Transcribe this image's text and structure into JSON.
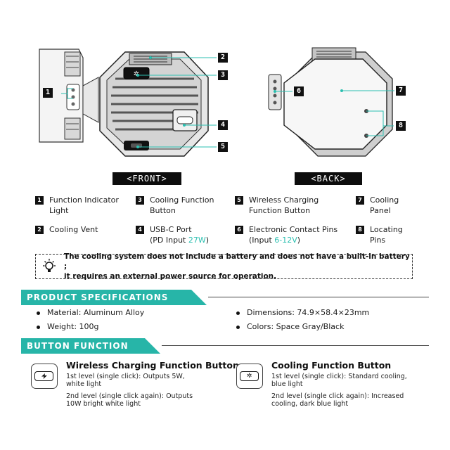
{
  "figure": {
    "front_label": "<FRONT>",
    "back_label": "<BACK>",
    "callouts": [
      "1",
      "2",
      "3",
      "4",
      "5",
      "6",
      "7",
      "8"
    ]
  },
  "legend": [
    {
      "num": "1",
      "lines": [
        "Function Indicator",
        "Light"
      ]
    },
    {
      "num": "3",
      "lines": [
        "Cooling Function",
        "Button"
      ]
    },
    {
      "num": "5",
      "lines": [
        "Wireless Charging",
        "Function Button"
      ]
    },
    {
      "num": "7",
      "lines": [
        "Cooling",
        "Panel"
      ]
    },
    {
      "num": "2",
      "lines": [
        "Cooling Vent"
      ]
    },
    {
      "num": "4",
      "line1": "USB-C Port",
      "line2_pre": "(PD Input ",
      "line2_accent": "27W",
      "line2_post": ")"
    },
    {
      "num": "6",
      "line1": "Electronic Contact Pins",
      "line2_pre": "(Input ",
      "line2_accent": "6-12V",
      "line2_post": ")"
    },
    {
      "num": "8",
      "lines": [
        "Locating",
        "Pins"
      ]
    }
  ],
  "notice": {
    "line1": "The cooling system does not include a battery and does not have a built-in battery ;",
    "line2": "it requires an external power source for operation."
  },
  "specs": {
    "title": "PRODUCT SPECIFICATIONS",
    "items": [
      "Material: Aluminum Alloy",
      "Dimensions: 74.9×58.4×23mm",
      "Weight: 100g",
      "Colors: Space Gray/Black"
    ]
  },
  "buttons": {
    "title": "BUTTON FUNCTION",
    "wireless": {
      "title": "Wireless Charging Function Button",
      "level1": [
        "1st level (single click): Outputs 5W,",
        "white light"
      ],
      "level2": [
        "2nd level (single click again): Outputs",
        "10W bright white light"
      ]
    },
    "cooling": {
      "title": "Cooling Function Button",
      "level1": [
        "1st level (single click): Standard cooling,",
        "blue light"
      ],
      "level2": [
        "2nd level (single click again): Increased",
        "cooling, dark blue light"
      ]
    }
  },
  "colors": {
    "accent": "#27b5a8",
    "dark": "#111111"
  },
  "icons": [
    "lightbulb-icon",
    "lightning-icon",
    "snowflake-icon"
  ]
}
